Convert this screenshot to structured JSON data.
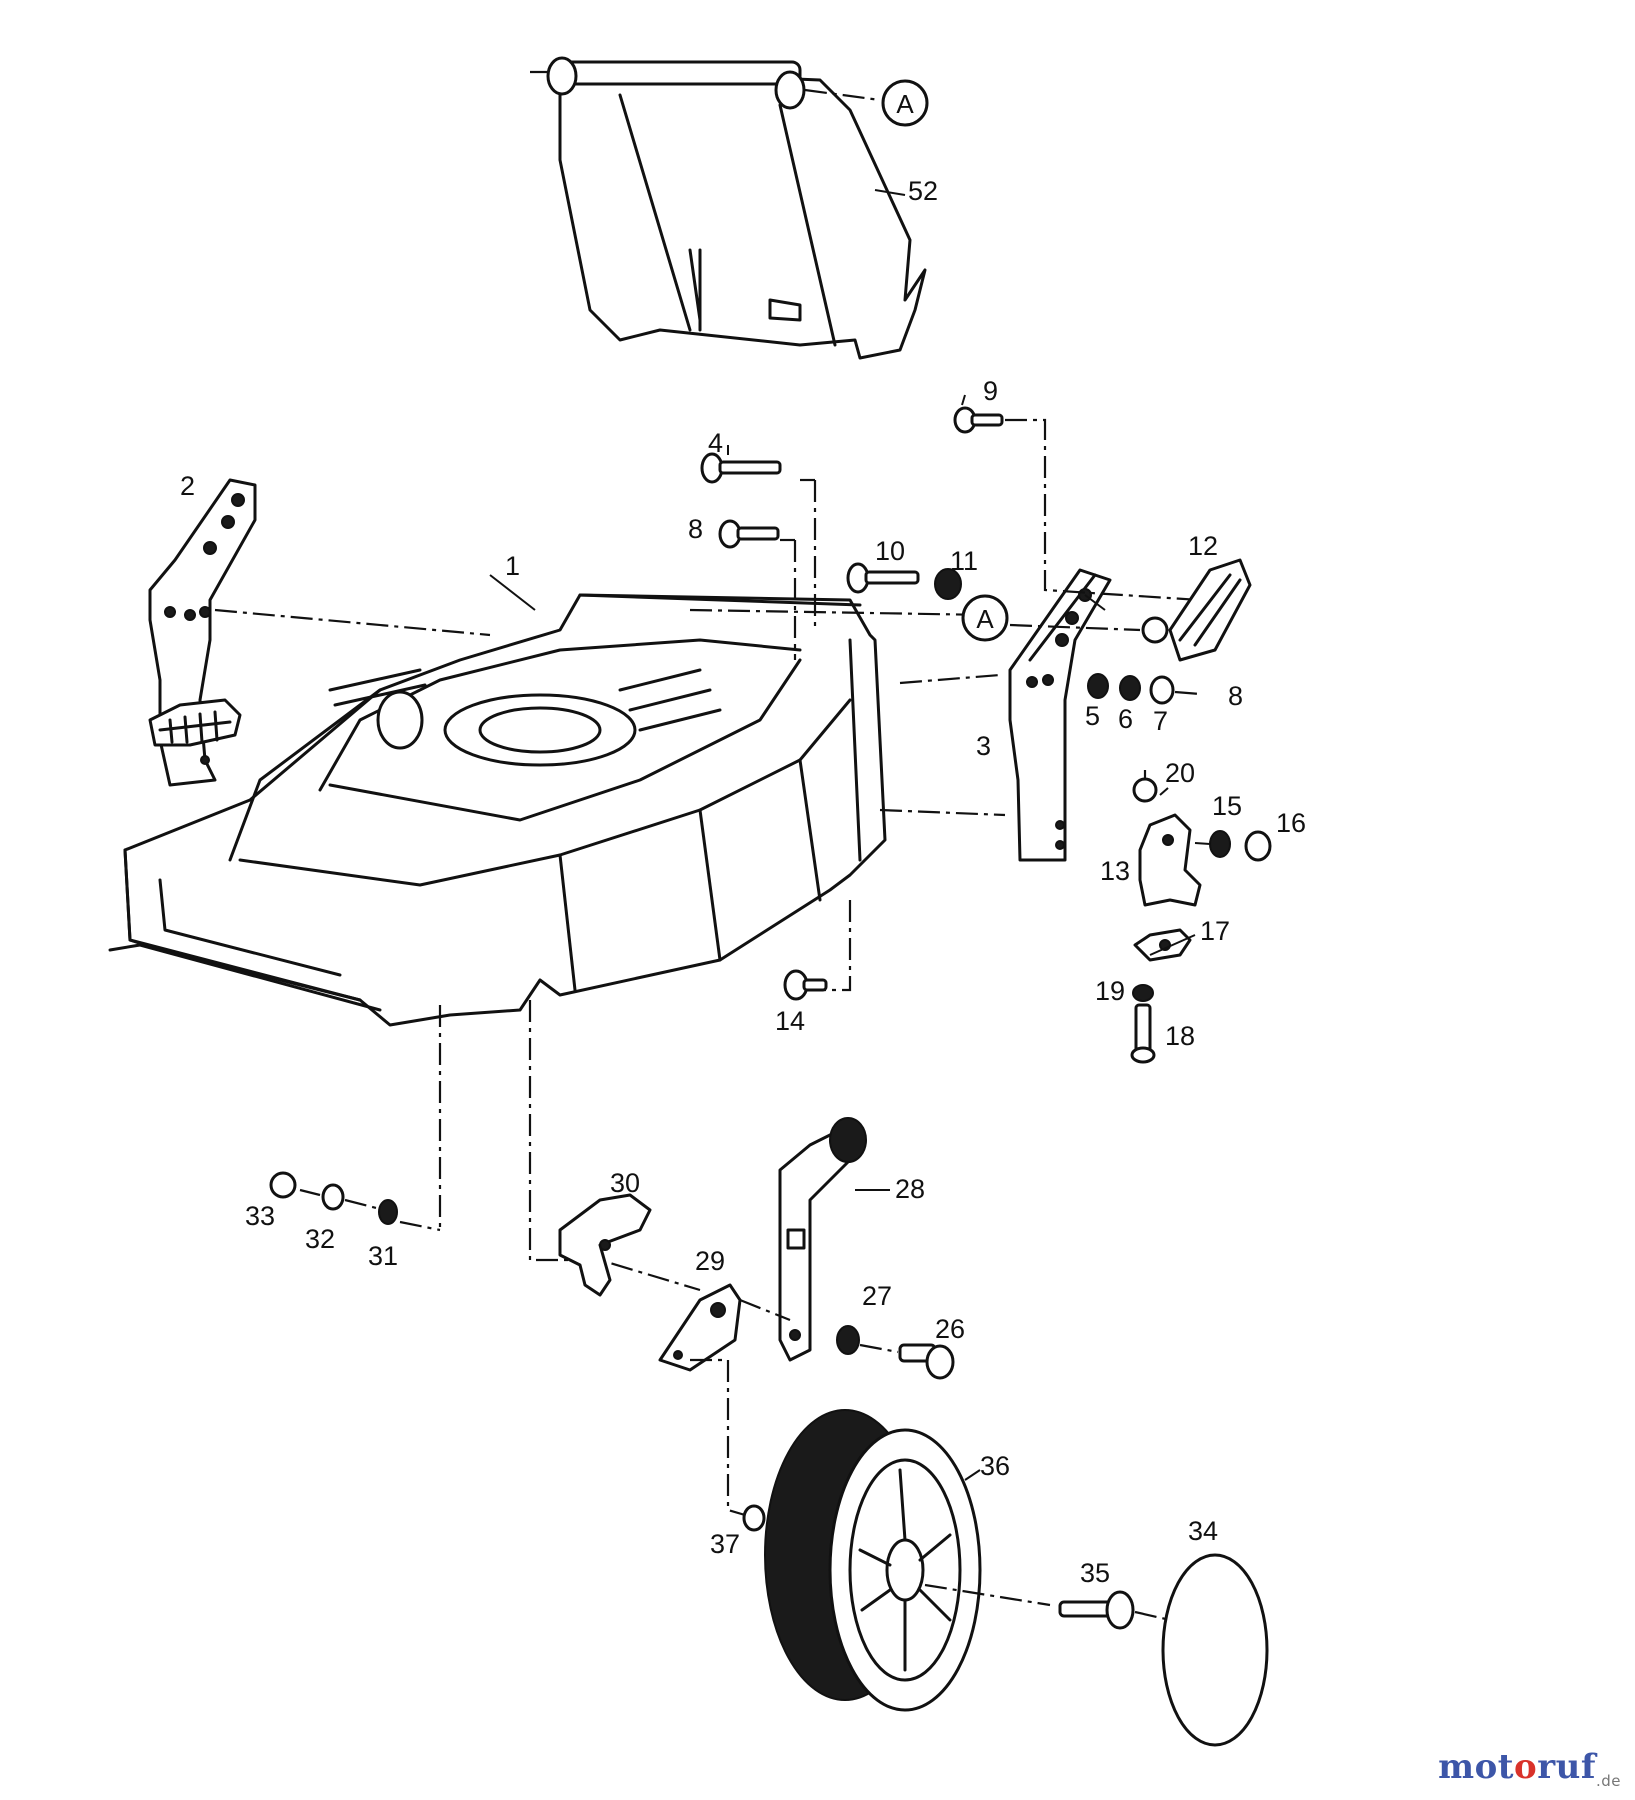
{
  "diagram": {
    "part_labels": [
      "1",
      "2",
      "3",
      "4",
      "5",
      "6",
      "7",
      "8",
      "9",
      "10",
      "11",
      "12",
      "13",
      "14",
      "15",
      "16",
      "17",
      "18",
      "19",
      "20",
      "26",
      "27",
      "28",
      "29",
      "30",
      "31",
      "32",
      "33",
      "34",
      "35",
      "36",
      "37",
      "52"
    ],
    "reference_mark": "A",
    "reference_mark_2": "A",
    "trailing_mark": "8"
  },
  "brand": {
    "logo_text_1": "mot",
    "logo_text_2": "o",
    "logo_text_3": "ruf",
    "logo_suffix": ".de",
    "colors": {
      "mot": "#3d56a8",
      "o": "#d9322b",
      "ruf": "#3d56a8"
    }
  }
}
